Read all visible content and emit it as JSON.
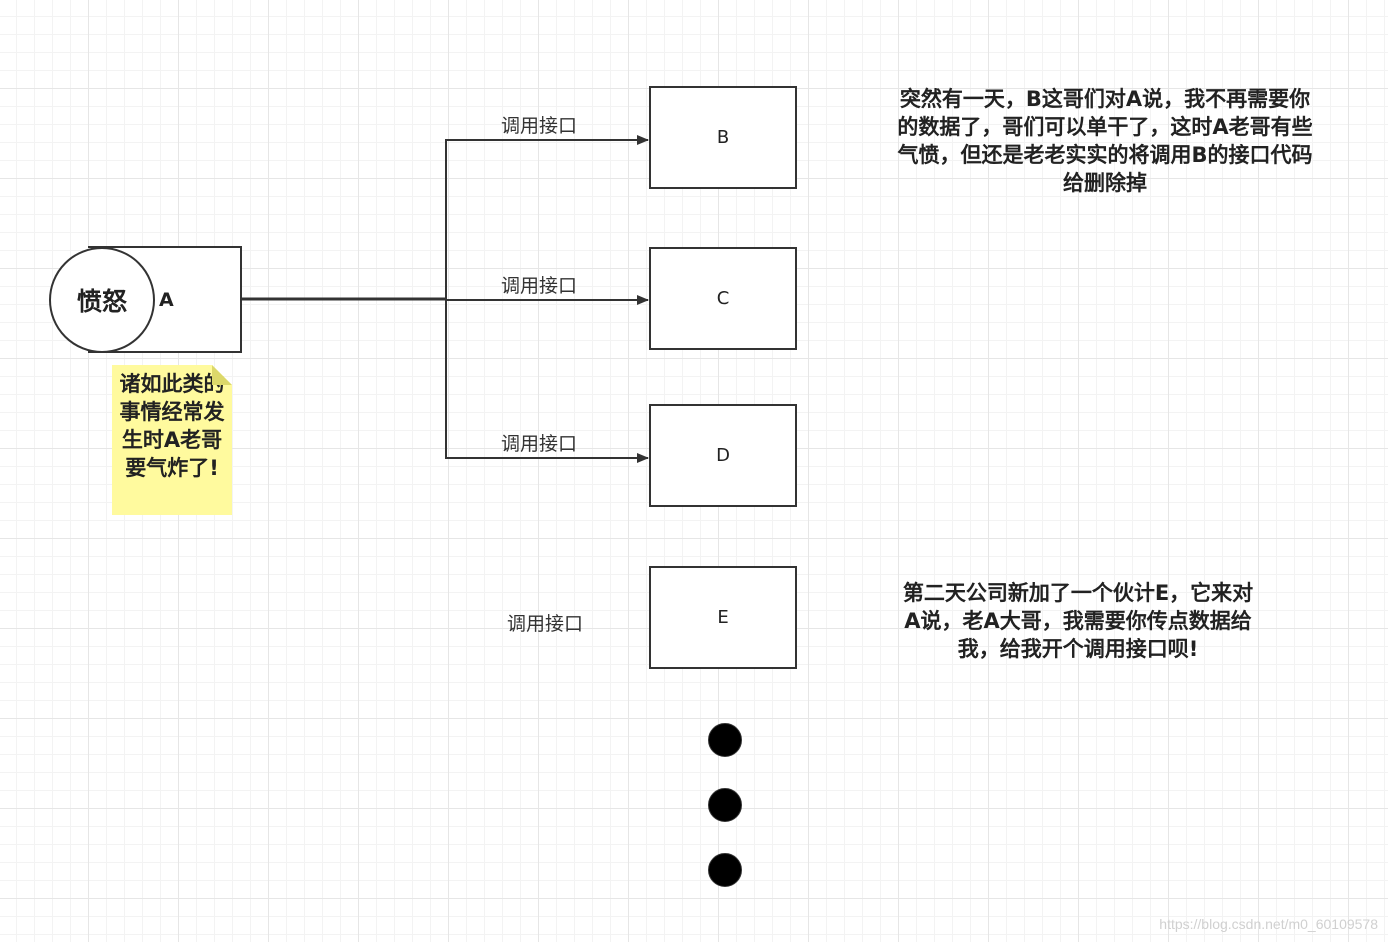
{
  "nodes": {
    "a": {
      "circle_label": "愤怒",
      "label": "A"
    },
    "b": {
      "label": "B"
    },
    "c": {
      "label": "C"
    },
    "d": {
      "label": "D"
    },
    "e": {
      "label": "E"
    }
  },
  "edge_labels": {
    "b": "调用接口",
    "c": "调用接口",
    "d": "调用接口",
    "e": "调用接口"
  },
  "note": {
    "text": "诸如此类的事情经常发生时A老哥要气炸了!"
  },
  "annotations": {
    "top": "突然有一天，B这哥们对A说，我不再需要你的数据了，哥们可以单干了，这时A老哥有些气愤，但还是老老实实的将调用B的接口代码给删除掉",
    "bottom": "第二天公司新加了一个伙计E，它来对A说，老A大哥，我需要你传点数据给我，给我开个调用接口呗!"
  },
  "watermark": "https://blog.csdn.net/m0_60109578",
  "colors": {
    "note_bg": "#fffa9e",
    "stroke": "#333333"
  }
}
